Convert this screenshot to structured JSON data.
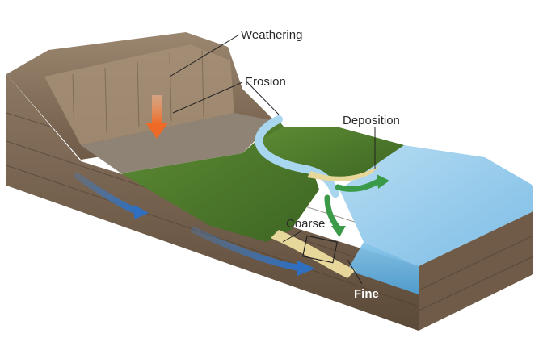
{
  "labels": {
    "weathering": "Weathering",
    "erosion": "Erosion",
    "deposition": "Deposition",
    "coarse": "Coarse",
    "fine": "Fine"
  },
  "colors": {
    "rock_face": "#8a7660",
    "rock_dark": "#5e4c3b",
    "vegetation": "#4f7a2c",
    "water": "#8cc4e6",
    "sea_side": "#6fb3df",
    "sand": "#e8d79a",
    "erosion_arrow": "#f07a35",
    "deposition_arrow": "#3a9a48",
    "groundwater_arrow": "#3f7fc8"
  },
  "icons": [
    "orange-down-arrow",
    "green-curved-arrow",
    "blue-flow-arrow"
  ]
}
